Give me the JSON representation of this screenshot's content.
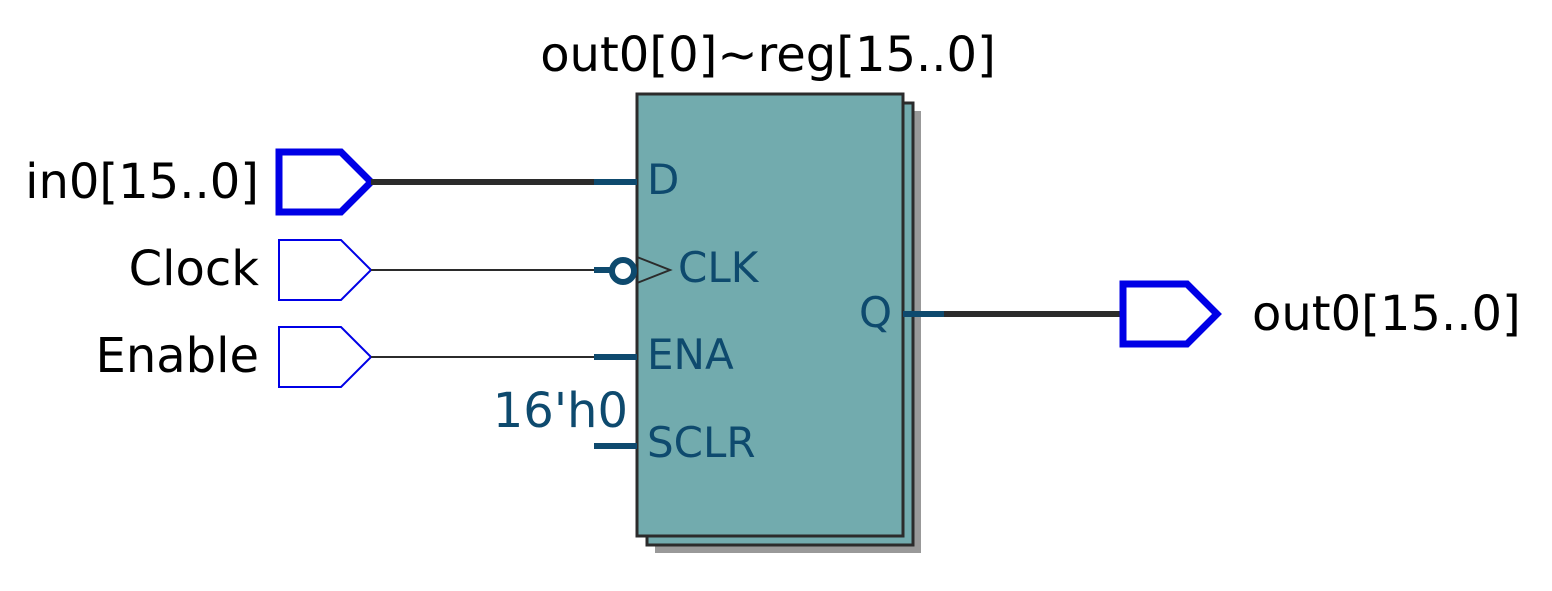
{
  "instance": {
    "name": "out0[0]~reg[15..0]"
  },
  "inputs": [
    {
      "label": "in0[15..0]",
      "bus": true
    },
    {
      "label": "Clock",
      "bus": false
    },
    {
      "label": "Enable",
      "bus": false
    }
  ],
  "outputs": [
    {
      "label": "out0[15..0]",
      "bus": true
    }
  ],
  "pins": {
    "d": "D",
    "clk": "CLK",
    "ena": "ENA",
    "sclr": "SCLR",
    "q": "Q"
  },
  "sclr_constant": "16'h0",
  "colors": {
    "block_fill": "#72abae",
    "block_shadow": "#999999",
    "block_border": "#2b2b2b",
    "pin_text": "#0e4a6e",
    "port_outline": "#0000e6",
    "wire": "#2b2b2b"
  }
}
